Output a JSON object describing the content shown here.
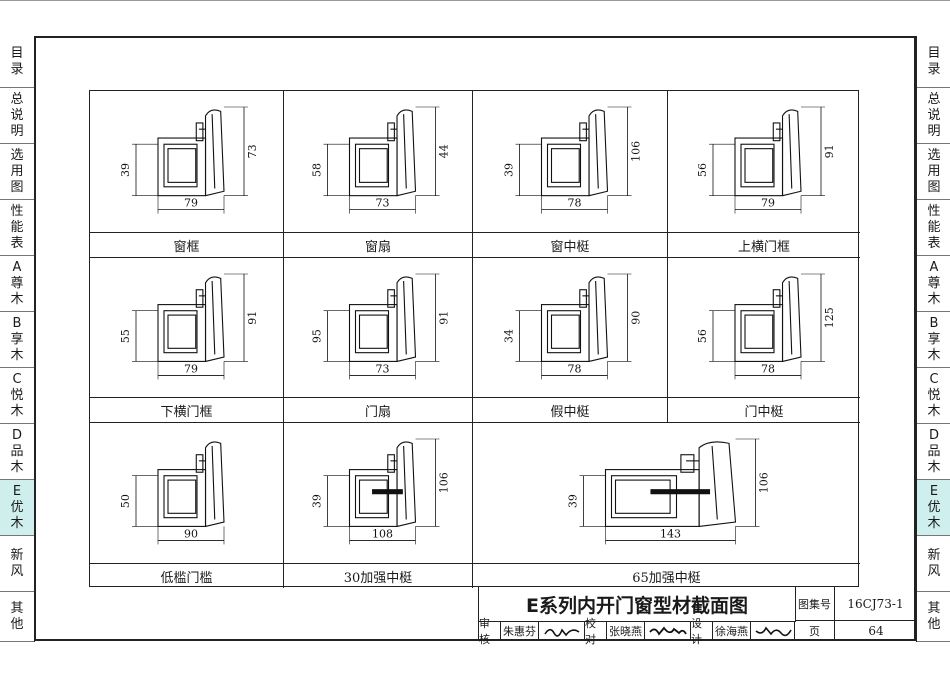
{
  "side_tabs": [
    {
      "label": "目录",
      "active": false
    },
    {
      "label": "总说明",
      "active": false
    },
    {
      "label": "选用图",
      "active": false
    },
    {
      "label": "性能表",
      "active": false
    },
    {
      "label": "A尊木",
      "active": false
    },
    {
      "label": "B享木",
      "active": false
    },
    {
      "label": "C悦木",
      "active": false
    },
    {
      "label": "D品木",
      "active": false
    },
    {
      "label": "E优木",
      "active": true
    },
    {
      "label": "新风",
      "active": false
    },
    {
      "label": "其他",
      "active": false
    }
  ],
  "profiles": [
    {
      "caption": "窗框",
      "dims": {
        "h1": "39",
        "h2": "73",
        "w": "79"
      }
    },
    {
      "caption": "窗扇",
      "dims": {
        "h1": "58",
        "h2": "44",
        "w": "73"
      }
    },
    {
      "caption": "窗中梃",
      "dims": {
        "h1": "39",
        "h2": "106",
        "w": "78"
      }
    },
    {
      "caption": "上横门框",
      "dims": {
        "h1": "56",
        "h2": "91",
        "w": "79"
      }
    },
    {
      "caption": "下横门框",
      "dims": {
        "h1": "55",
        "h2": "91",
        "w": "79"
      }
    },
    {
      "caption": "门扇",
      "dims": {
        "h1": "95",
        "h2": "91",
        "w": "73"
      }
    },
    {
      "caption": "假中梃",
      "dims": {
        "h1": "34",
        "h2": "90",
        "w": "78"
      }
    },
    {
      "caption": "门中梃",
      "dims": {
        "h1": "56",
        "h2": "125",
        "w": "78"
      }
    },
    {
      "caption": "低槛门槛",
      "dims": {
        "h1": "50",
        "h2": "",
        "w": "90"
      }
    },
    {
      "caption": "30加强中梃",
      "dims": {
        "h1": "39",
        "h2": "106",
        "w": "108"
      }
    },
    {
      "caption": "65加强中梃",
      "dims": {
        "h1": "39",
        "h2": "106",
        "w": "143"
      }
    }
  ],
  "title_block": {
    "title": "E系列内开门窗型材截面图",
    "atlas_label": "图集号",
    "atlas_no": "16CJ73-1",
    "page_label": "页",
    "page_no": "64",
    "review_label": "审核",
    "review_name": "朱惠芬",
    "check_label": "校对",
    "check_name": "张晓燕",
    "design_label": "设计",
    "design_name": "徐海燕"
  }
}
